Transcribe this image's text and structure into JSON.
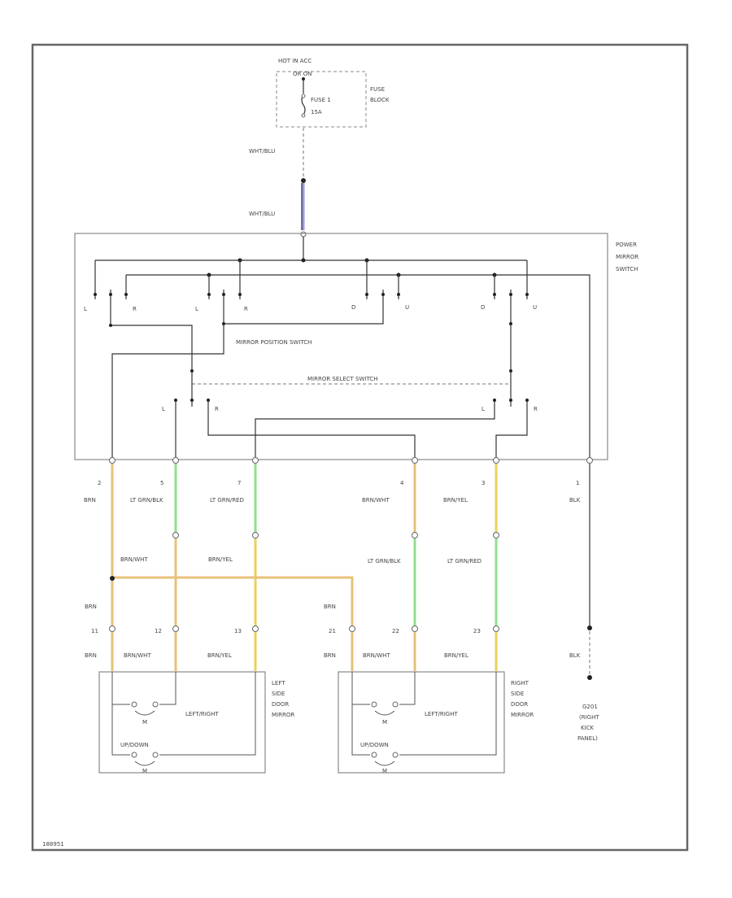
{
  "colors": {
    "wire_brn": "#e8c07a",
    "wire_yel": "#e8d25a",
    "wire_lt_grn": "#8ee08e",
    "wire_blu": "#9a9ae8",
    "line": "#333333"
  },
  "fuse_block": {
    "title_top": "HOT IN ACC",
    "title_bottom": "OR ON",
    "fuse_name": "FUSE 1",
    "fuse_rating": "15A",
    "label_line1": "FUSE",
    "label_line2": "BLOCK"
  },
  "wire_wht_blu_1": "WHT/BLU",
  "wire_wht_blu_2": "WHT/BLU",
  "power_mirror_switch": {
    "label_line1": "POWER",
    "label_line2": "MIRROR",
    "label_line3": "SWITCH",
    "position_switch": "MIRROR POSITION SWITCH",
    "select_switch": "MIRROR SELECT SWITCH",
    "contacts": {
      "L1": "L",
      "R1": "R",
      "L2": "L",
      "R2": "R",
      "D1": "D",
      "U1": "U",
      "D2": "D",
      "U2": "U",
      "L3": "L",
      "R3": "R",
      "L4": "L",
      "R4": "R"
    }
  },
  "connector_pins": [
    {
      "pin": "2",
      "wire": "BRN"
    },
    {
      "pin": "5",
      "wire": "LT GRN/BLK"
    },
    {
      "pin": "7",
      "wire": "LT GRN/RED"
    },
    {
      "pin": "4",
      "wire": "BRN/WHT"
    },
    {
      "pin": "3",
      "wire": "BRN/YEL"
    },
    {
      "pin": "1",
      "wire": "BLK"
    }
  ],
  "mid_labels": {
    "brn_wht_left": "BRN/WHT",
    "brn_yel_left": "BRN/YEL",
    "lt_grn_blk_right": "LT GRN/BLK",
    "lt_grn_red_right": "LT GRN/RED",
    "brn_a": "BRN",
    "brn_b": "BRN"
  },
  "mirror_pins": {
    "left": [
      {
        "pin": "11",
        "wire": "BRN"
      },
      {
        "pin": "12",
        "wire": "BRN/WHT"
      },
      {
        "pin": "13",
        "wire": "BRN/YEL"
      }
    ],
    "right": [
      {
        "pin": "21",
        "wire": "BRN"
      },
      {
        "pin": "22",
        "wire": "BRN/WHT"
      },
      {
        "pin": "23",
        "wire": "BRN/YEL"
      }
    ]
  },
  "left_mirror": {
    "motor1": "LEFT/RIGHT",
    "motor2": "UP/DOWN",
    "m": "M",
    "label_line1": "LEFT",
    "label_line2": "SIDE",
    "label_line3": "DOOR",
    "label_line4": "MIRROR"
  },
  "right_mirror": {
    "motor1": "LEFT/RIGHT",
    "motor2": "UP/DOWN",
    "m": "M",
    "label_line1": "RIGHT",
    "label_line2": "SIDE",
    "label_line3": "DOOR",
    "label_line4": "MIRROR"
  },
  "ground": {
    "wire": "BLK",
    "label_line1": "G201",
    "label_line2": "(RIGHT",
    "label_line3": "KICK",
    "label_line4": "PANEL)"
  },
  "footer_code": "188951"
}
